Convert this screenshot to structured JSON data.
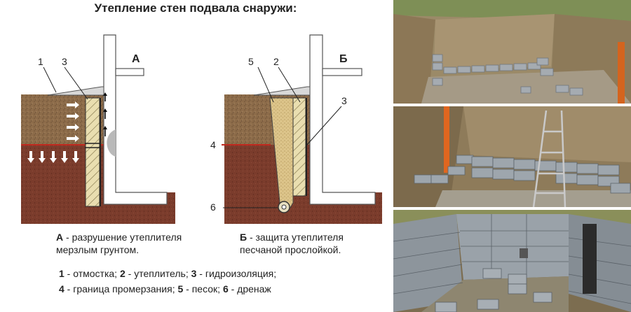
{
  "title": "Утепление стен подвала снаружи:",
  "diagram_a": {
    "letter": "А",
    "num_1": "1",
    "num_3": "3",
    "caption_letter": "А",
    "caption_line1": " - разрушение утеплителя",
    "caption_line2": "мерзлым грунтом."
  },
  "diagram_b": {
    "letter": "Б",
    "num_5": "5",
    "num_2": "2",
    "num_3": "3",
    "num_4": "4",
    "num_6": "6",
    "caption_letter": "Б",
    "caption_line1": " - защита утеплителя",
    "caption_line2": "песчаной прослойкой."
  },
  "legend": {
    "line1": [
      {
        "n": "1",
        "t": " - отмостка; "
      },
      {
        "n": "2",
        "t": " - утеплитель; "
      },
      {
        "n": "3",
        "t": " - гидроизоляция;"
      }
    ],
    "line2": [
      {
        "n": "4",
        "t": " - граница промерзания; "
      },
      {
        "n": "5",
        "t": " - песок; "
      },
      {
        "n": "6",
        "t": " - дренаж"
      }
    ]
  },
  "colors": {
    "soil_top": "#8a6a48",
    "soil_bottom": "#7a3b2c",
    "frost_line": "#c0281e",
    "insulation": "#e8dca0",
    "sand": "#d8c27a",
    "concrete": "#ffffff",
    "block": "#9aa3ab"
  }
}
